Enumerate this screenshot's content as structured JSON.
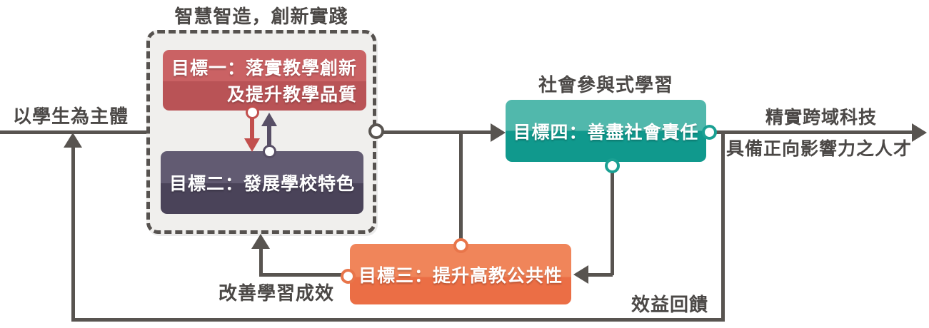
{
  "diagram": {
    "strategy_group": {
      "title": "智慧智造，創新實踐"
    },
    "goals": {
      "goal1": {
        "line1": "目標一：落實教學創新",
        "line2": "及提升教學品質",
        "color_top": "#ca6264",
        "color_bottom": "#b95356"
      },
      "goal2": {
        "label": "目標二：發展學校特色",
        "color_top": "#625b72",
        "color_bottom": "#4a4359"
      },
      "goal3": {
        "label": "目標三：提升高教公共性",
        "color_top": "#f0855a",
        "color_bottom": "#eb6e45"
      },
      "goal4": {
        "label": "目標四：善盡社會責任",
        "caption": "社會參與式學習",
        "color_top": "#51b8ac",
        "color_bottom": "#10998d"
      }
    },
    "annotations": {
      "input": "以學生為主體",
      "output_line1": "精實跨域科技",
      "output_line2": "具備正向影響力之人才",
      "improve": "改善學習成效",
      "feedback": "效益回饋"
    },
    "colors": {
      "connector": "#585450",
      "red_arrow": "#c24f4d",
      "purple_arrow": "#584f66",
      "group_fill": "#f0efed"
    }
  }
}
